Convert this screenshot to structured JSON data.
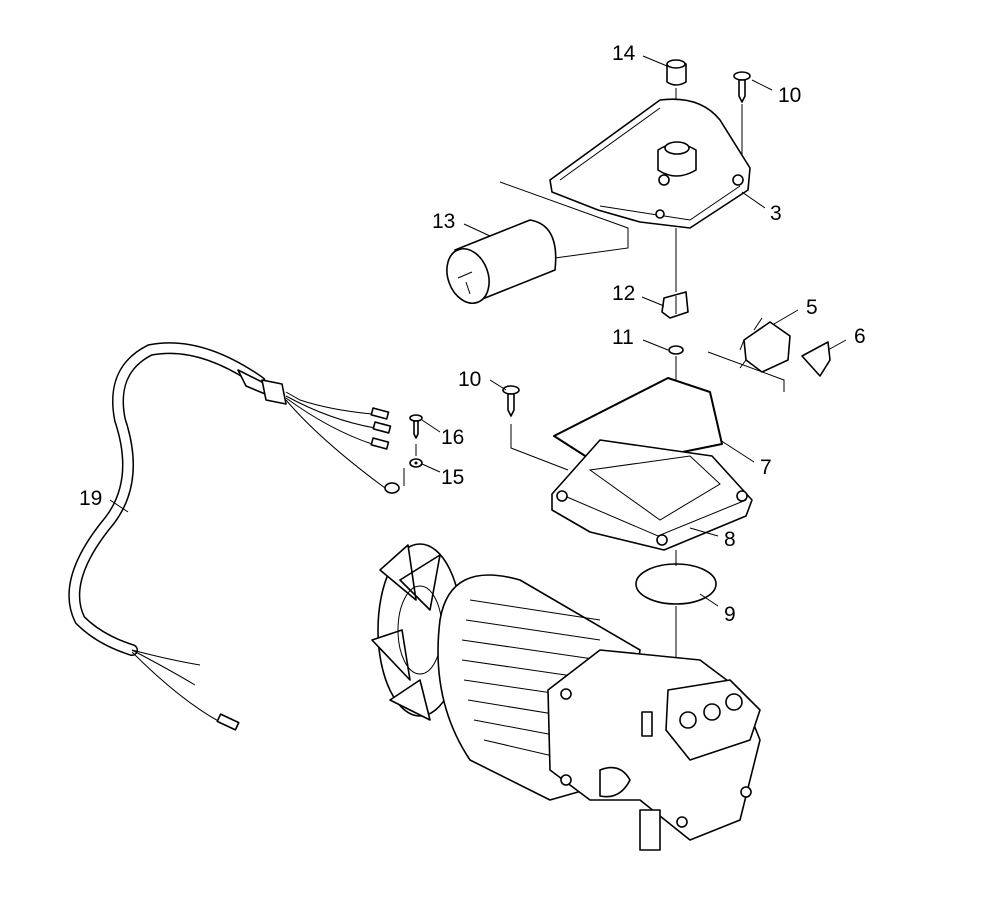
{
  "diagram": {
    "type": "exploded parts diagram",
    "labels": {
      "p14": "14",
      "p10_top": "10",
      "p3": "3",
      "p13": "13",
      "p12": "12",
      "p5": "5",
      "p6": "6",
      "p11": "11",
      "p10_mid": "10",
      "p16": "16",
      "p15": "15",
      "p7": "7",
      "p19": "19",
      "p8": "8",
      "p9": "9"
    }
  }
}
